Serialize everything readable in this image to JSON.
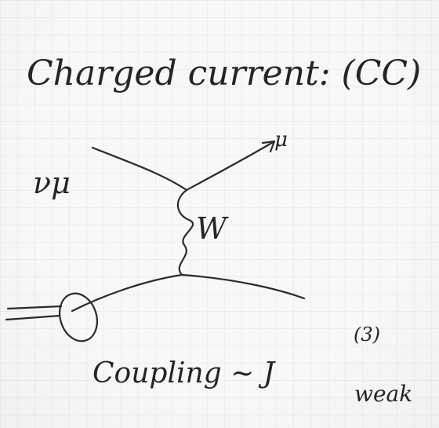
{
  "title": "Charged current: (CC)",
  "diagram": {
    "labels": {
      "incoming": "νμ",
      "outgoing": "μ",
      "boson": "W",
      "blob": "",
      "coupling": "Coupling ~ J",
      "superscript": "(3)",
      "subscript": "weak"
    }
  }
}
